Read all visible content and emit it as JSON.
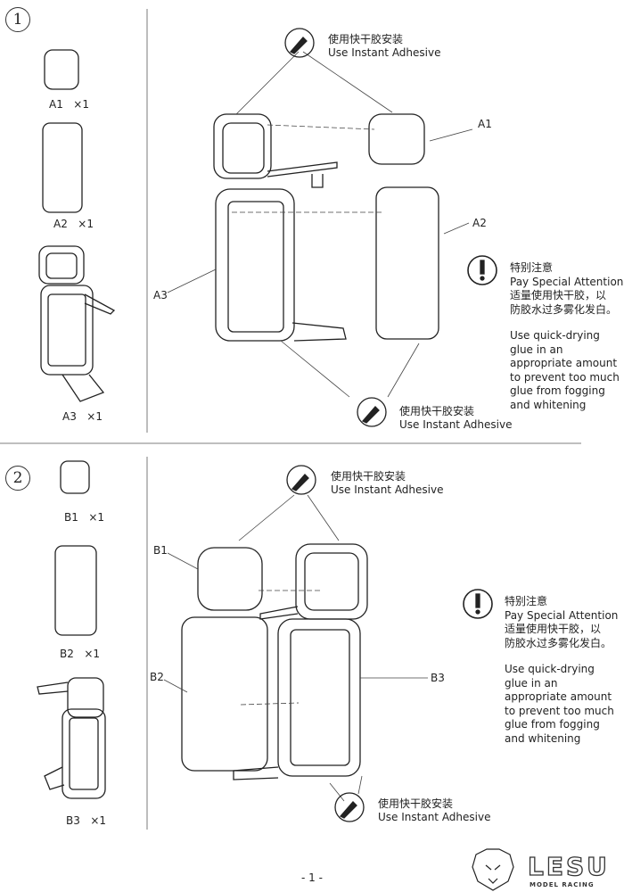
{
  "steps": [
    {
      "number": "1",
      "parts": [
        {
          "label": "A1",
          "qty": "×1"
        },
        {
          "label": "A2",
          "qty": "×1"
        },
        {
          "label": "A3",
          "qty": "×1"
        }
      ],
      "callouts": [
        "A1",
        "A2",
        "A3"
      ],
      "glue_top": {
        "cn": "使用快干胶安装",
        "en": "Use Instant Adhesive"
      },
      "glue_bottom": {
        "cn": "使用快干胶安装",
        "en": "Use Instant Adhesive"
      },
      "attention": {
        "title_cn": "特别注意",
        "title_en": "Pay Special Attention",
        "body_cn_1": "适量使用快干胶，以",
        "body_cn_2": "防胶水过多雾化发白。",
        "body_en_1": "Use quick-drying",
        "body_en_2": "glue in an",
        "body_en_3": "appropriate amount",
        "body_en_4": "to prevent too much",
        "body_en_5": "glue from fogging",
        "body_en_6": "and whitening"
      }
    },
    {
      "number": "2",
      "parts": [
        {
          "label": "B1",
          "qty": "×1"
        },
        {
          "label": "B2",
          "qty": "×1"
        },
        {
          "label": "B3",
          "qty": "×1"
        }
      ],
      "callouts": [
        "B1",
        "B2",
        "B3"
      ],
      "glue_top": {
        "cn": "使用快干胶安装",
        "en": "Use Instant Adhesive"
      },
      "glue_bottom": {
        "cn": "使用快干胶安装",
        "en": "Use Instant Adhesive"
      },
      "attention": {
        "title_cn": "特别注意",
        "title_en": "Pay Special Attention",
        "body_cn_1": "适量使用快干胶，以",
        "body_cn_2": "防胶水过多雾化发白。",
        "body_en_1": "Use quick-drying",
        "body_en_2": "glue in an",
        "body_en_3": "appropriate amount",
        "body_en_4": "to prevent too much",
        "body_en_5": "glue from fogging",
        "body_en_6": "and whitening"
      }
    }
  ],
  "page_number": "- 1 -",
  "brand": {
    "name": "LESU",
    "tagline": "MODEL RACING"
  }
}
